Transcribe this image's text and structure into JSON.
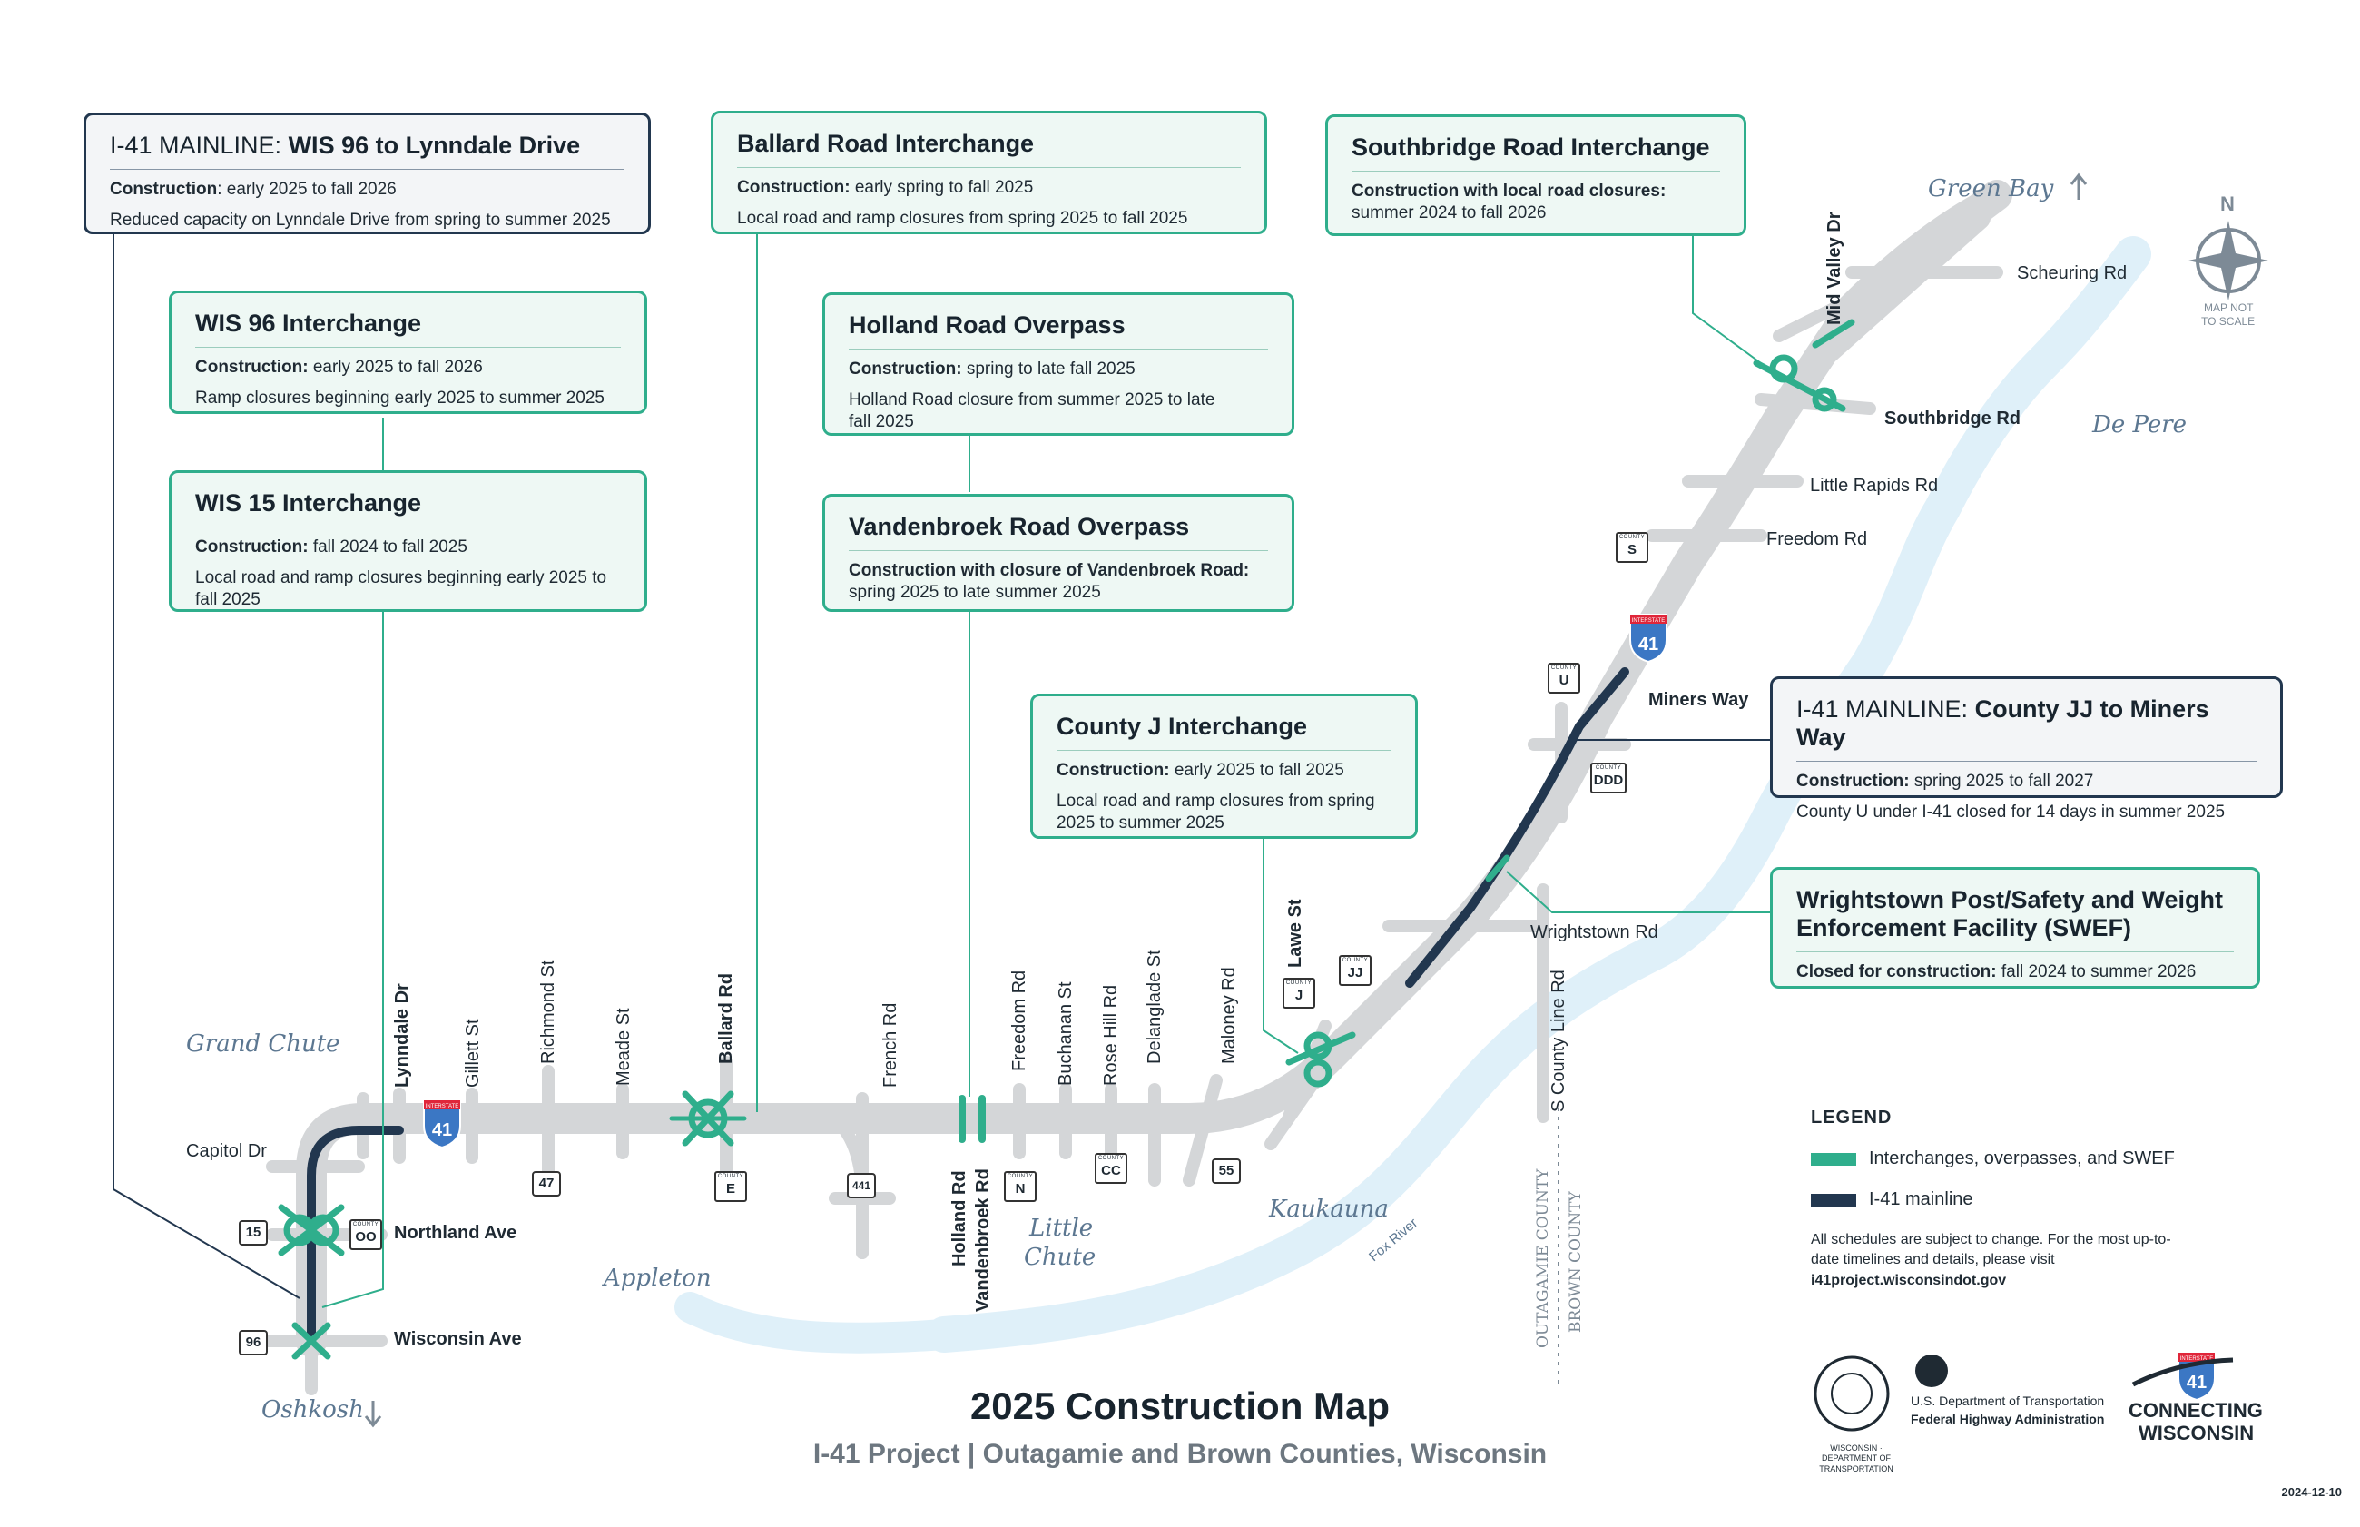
{
  "callouts": {
    "mainline_wis96": {
      "title_prefix": "I-41 MAINLINE:",
      "title_bold": "WIS 96 to Lynndale Drive",
      "line1_label": "Construction",
      "line1_text": ": early 2025 to fall 2026",
      "line2": "Reduced capacity on Lynndale Drive from spring to summer 2025"
    },
    "wis96": {
      "title": "WIS 96 Interchange",
      "line1_label": "Construction:",
      "line1_text": " early 2025 to fall 2026",
      "line2": "Ramp closures beginning early 2025 to summer 2025"
    },
    "wis15": {
      "title": "WIS 15 Interchange",
      "line1_label": "Construction:",
      "line1_text": " fall 2024 to fall 2025",
      "line2": "Local road and ramp closures beginning early 2025 to fall 2025"
    },
    "ballard": {
      "title": "Ballard Road Interchange",
      "line1_label": "Construction:",
      "line1_text": " early spring to fall 2025",
      "line2": "Local road and ramp closures from spring 2025 to fall 2025"
    },
    "holland": {
      "title": "Holland Road Overpass",
      "line1_label": "Construction:",
      "line1_text": " spring to late fall 2025",
      "line2": "Holland Road closure from summer 2025 to late fall 2025"
    },
    "vandenbroek": {
      "title": "Vandenbroek Road Overpass",
      "line1_label": "Construction with closure of Vandenbroek Road:",
      "line1_text": " spring 2025 to late summer 2025"
    },
    "southbridge": {
      "title": "Southbridge Road Interchange",
      "line1_label": "Construction with local road closures:",
      "line1_text": " summer 2024 to fall 2026"
    },
    "countyj": {
      "title": "County J Interchange",
      "line1_label": "Construction:",
      "line1_text": " early 2025 to fall 2025",
      "line2": "Local road and ramp closures from spring 2025 to summer 2025"
    },
    "mainline_jj": {
      "title_prefix": "I-41 MAINLINE:",
      "title_bold": "County JJ to Miners Way",
      "line1_label": "Construction:",
      "line1_text": " spring 2025 to fall 2027",
      "line2": "County U under I-41 closed for 14 days in summer 2025"
    },
    "swef": {
      "title": "Wrightstown Post/Safety and Weight Enforcement Facility (SWEF)",
      "line1_label": "Closed for construction:",
      "line1_text": " fall 2024 to summer 2026"
    }
  },
  "roads": {
    "lynndale": "Lynndale Dr",
    "gillett": "Gillett St",
    "richmond": "Richmond St",
    "meade": "Meade St",
    "ballard": "Ballard Rd",
    "french": "French Rd",
    "holland": "Holland Rd",
    "vandenbroek": "Vandenbroek Rd",
    "freedom_rd": "Freedom Rd",
    "buchanan": "Buchanan St",
    "rosehill": "Rose Hill Rd",
    "delanglade": "Delanglade St",
    "maloney": "Maloney Rd",
    "lawe": "Lawe St",
    "capitol": "Capitol Dr",
    "northland": "Northland Ave",
    "wisconsin": "Wisconsin Ave",
    "wrightstown": "Wrightstown Rd",
    "scounty": "S County Line Rd",
    "miners": "Miners Way",
    "freedom": "Freedom Rd",
    "littlerapids": "Little Rapids Rd",
    "southbridge": "Southbridge Rd",
    "midvalley": "Mid Valley Dr",
    "scheuring": "Scheuring Rd"
  },
  "places": {
    "grand_chute": "Grand Chute",
    "appleton": "Appleton",
    "little_chute_1": "Little",
    "little_chute_2": "Chute",
    "kaukauna": "Kaukauna",
    "de_pere": "De Pere",
    "green_bay": "Green Bay",
    "oshkosh": "Oshkosh",
    "fox_river": "Fox River",
    "outagamie": "OUTAGAMIE COUNTY",
    "brown": "BROWN COUNTY"
  },
  "shields": {
    "i41": "41",
    "interstate": "INTERSTATE",
    "county": "COUNTY",
    "wis15": "15",
    "wis96": "96",
    "wis47": "47",
    "wis441": "441",
    "wis55": "55",
    "oo": "OO",
    "e": "E",
    "n": "N",
    "cc": "CC",
    "j": "J",
    "jj": "JJ",
    "ddd": "DDD",
    "u": "U",
    "s": "S"
  },
  "compass": {
    "north": "N",
    "note1": "MAP NOT",
    "note2": "TO SCALE"
  },
  "legend": {
    "title": "LEGEND",
    "item1": "Interchanges, overpasses, and SWEF",
    "item2": "I-41 mainline",
    "note_1": "All schedules are subject to change. For the most up-to-date timelines and details, please visit",
    "note_url": "i41project.wisconsindot.gov"
  },
  "colors": {
    "teal": "#2fae8c",
    "navy": "#22374f",
    "road": "#d4d6d8",
    "water": "#dff0f9"
  },
  "title": "2025 Construction Map",
  "subtitle": "I-41 Project | Outagamie and Brown Counties, Wisconsin",
  "logos": {
    "dot_ring": "WISCONSIN · DEPARTMENT OF TRANSPORTATION",
    "fhwa_1": "U.S. Department of Transportation",
    "fhwa_2": "Federal Highway Administration",
    "cw_1": "CONNECTING",
    "cw_2": "WISCONSIN"
  },
  "date": "2024-12-10"
}
